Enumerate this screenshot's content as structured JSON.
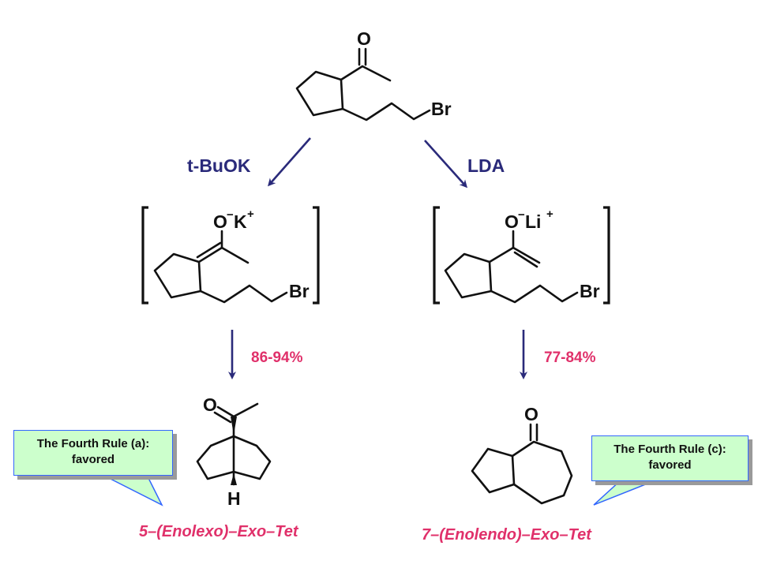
{
  "reagents": {
    "left": "t-BuOK",
    "right": "LDA"
  },
  "yields": {
    "left": "86-94%",
    "right": "77-84%"
  },
  "atoms": {
    "oxygen": "O",
    "bromine": "Br",
    "hydrogen": "H",
    "potassium": "K",
    "lithium": "Li",
    "negative": "−",
    "positive": "+"
  },
  "products": {
    "left_label": "5–(Enolexo)–Exo–Tet",
    "right_label": "7–(Enolendo)–Exo–Tet"
  },
  "callouts": {
    "left": {
      "line1": "The Fourth Rule (a):",
      "line2": "favored"
    },
    "right": {
      "line1": "The Fourth Rule (c):",
      "line2": "favored"
    }
  },
  "colors": {
    "accent_pink": "#e0306a",
    "arrow_navy": "#2a2a7a",
    "callout_fill": "#ccffcc",
    "callout_border": "#3366ff"
  }
}
